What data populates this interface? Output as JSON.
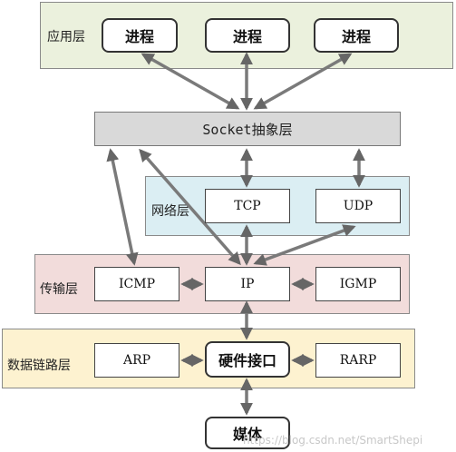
{
  "layers": {
    "app": "应用层",
    "network": "网络层",
    "transport": "传输层",
    "datalink": "数据链路层"
  },
  "nodes": {
    "process1": "进程",
    "process2": "进程",
    "process3": "进程",
    "socket": "Socket抽象层",
    "tcp": "TCP",
    "udp": "UDP",
    "icmp": "ICMP",
    "ip": "IP",
    "igmp": "IGMP",
    "arp": "ARP",
    "hw": "硬件接口",
    "rarp": "RARP",
    "media": "媒体"
  },
  "colors": {
    "app_bg": "#ebf1dd",
    "network_bg": "#dbeef3",
    "transport_bg": "#f2dcdb",
    "datalink_bg": "#fdf2d0",
    "socket_bg": "#d9d9d9",
    "arrow": "#777777"
  },
  "watermark": "https://blog.csdn.net/SmartShepi"
}
